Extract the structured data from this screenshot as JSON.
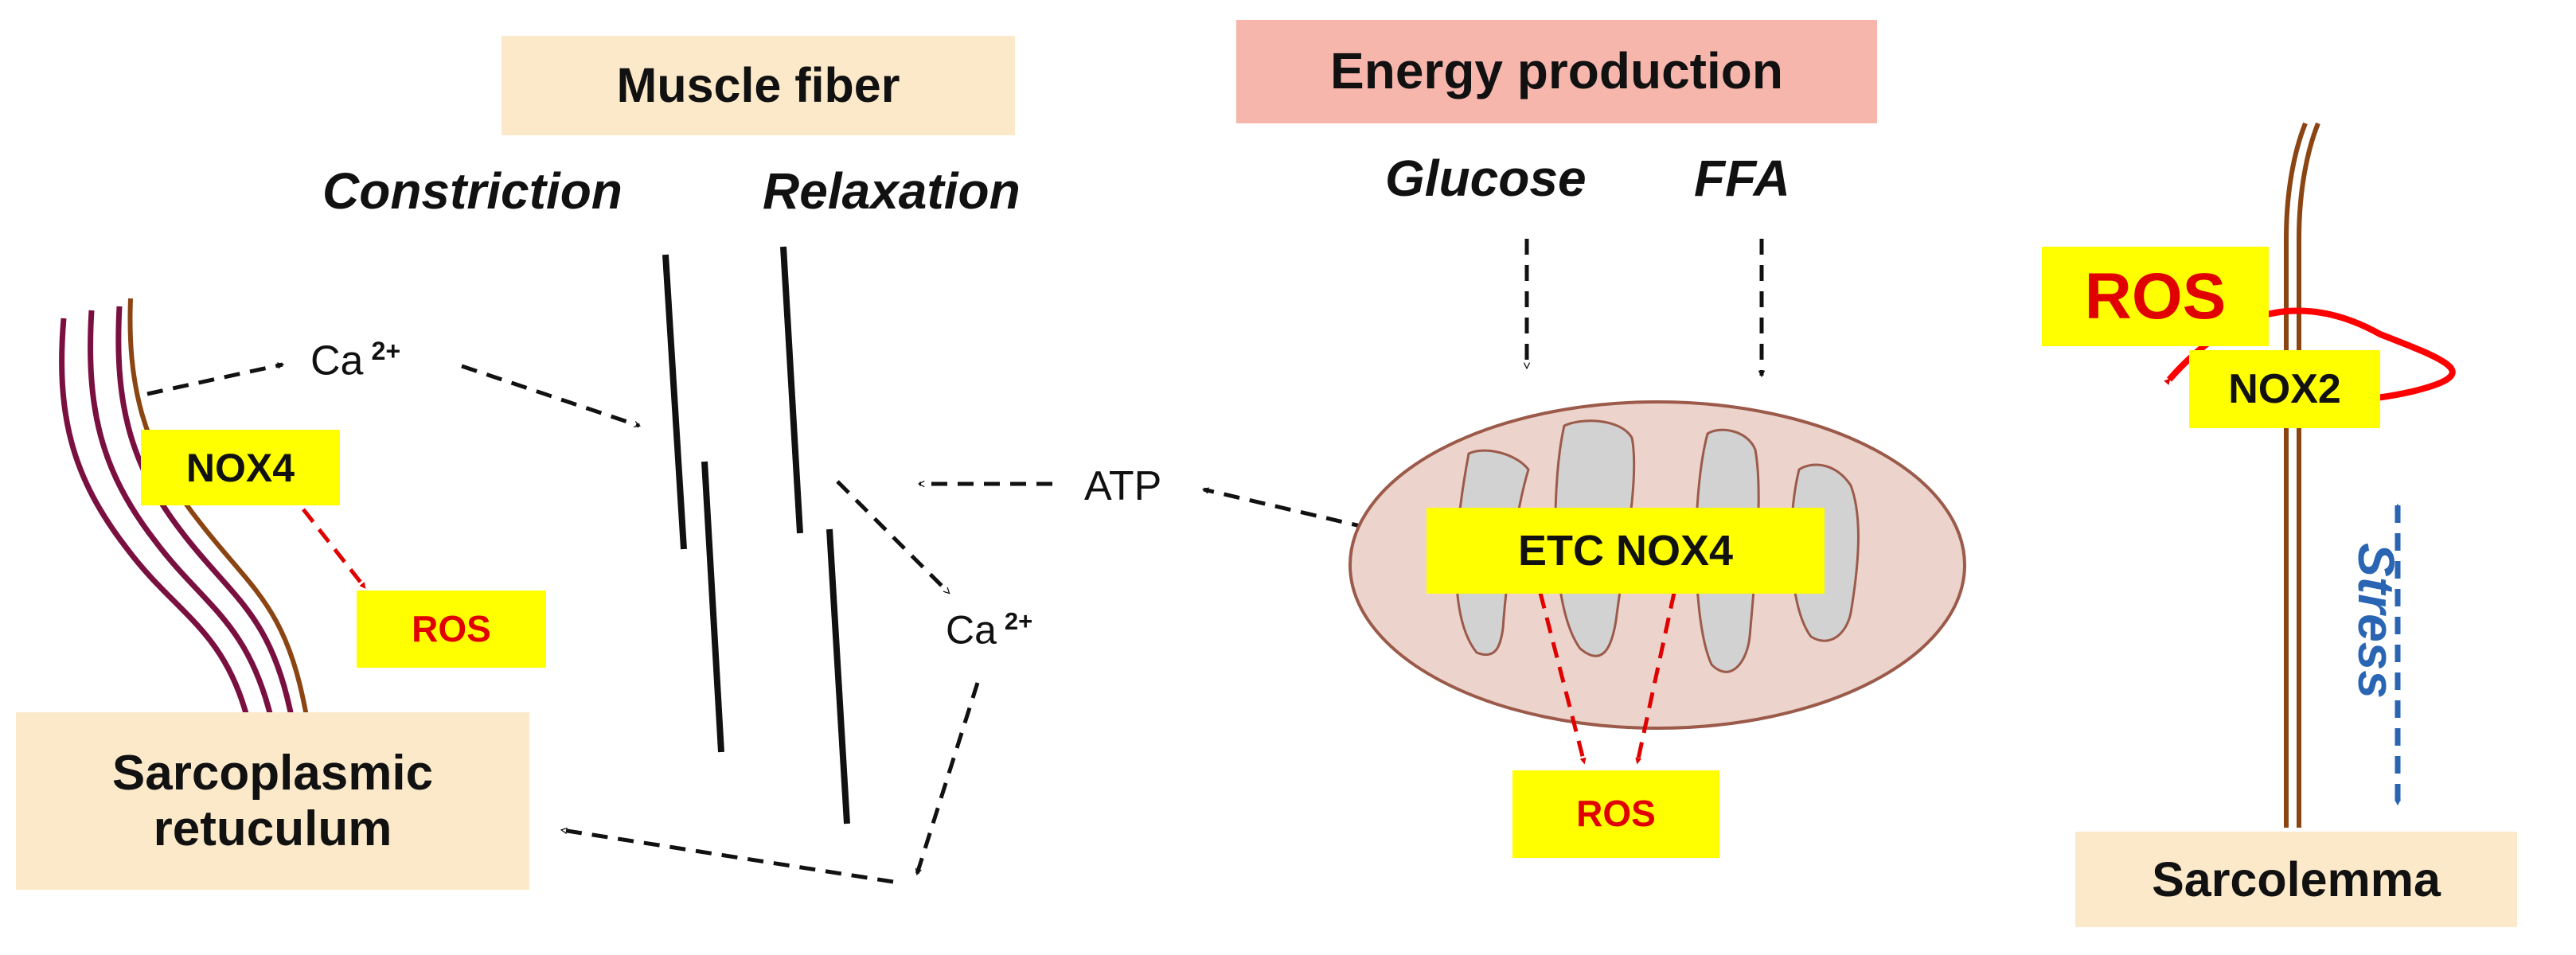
{
  "left": {
    "nox4": "NOX4",
    "ros": "ROS",
    "ca_top": "Ca",
    "ca_charge": "2+",
    "sr_title": "Sarcoplasmic\nretuculum"
  },
  "middle": {
    "title": "Muscle fiber",
    "constriction": "Constriction",
    "relaxation": "Relaxation",
    "atp": "ATP",
    "ca_bottom": "Ca",
    "ca_charge": "2+"
  },
  "energy": {
    "title": "Energy production",
    "glucose": "Glucose",
    "ffa": "FFA",
    "etc_label": "ETC NOX4",
    "ros": "ROS"
  },
  "right": {
    "ros": "ROS",
    "nox2": "NOX2",
    "stress": "Stress",
    "title": "Sarcolemma"
  },
  "colors": {
    "title_box": "#fbe9c9",
    "energy_box": "#f6b6ac",
    "highlight": "#ffff00",
    "ros_text": "#e00000",
    "stress_arrow": "#2a65b4",
    "membrane": "#8b4513",
    "sr_lines": "#7a1040",
    "mito_fill": "#ecd4cc",
    "mito_outline": "#9b5a4a"
  }
}
